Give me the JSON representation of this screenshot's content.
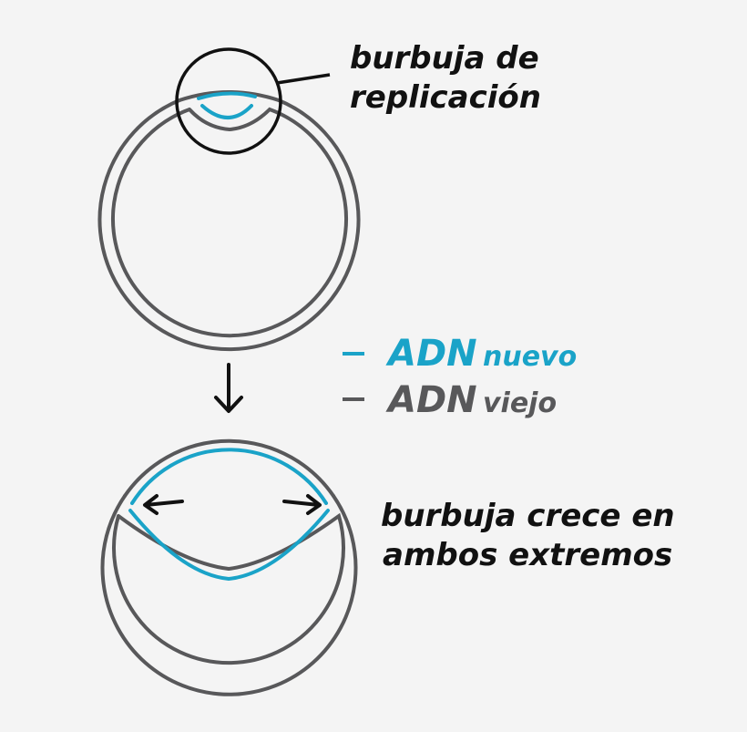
{
  "labels": {
    "replication_bubble_line1": "burbuja de",
    "replication_bubble_line2": "replicación",
    "bubble_grows_line1": "burbuja crece en",
    "bubble_grows_line2": "ambos extremos"
  },
  "legend": {
    "new_dna_abbr": "ADN",
    "new_dna_word": "nuevo",
    "old_dna_abbr": "ADN",
    "old_dna_word": "viejo"
  },
  "colors": {
    "new_dna": "#1aa3c8",
    "old_dna": "#58585a",
    "text": "#111111",
    "background": "#f4f4f4"
  },
  "icons": {
    "process_arrow": "arrow-down-icon",
    "growth_arrows": [
      "arrow-left-icon",
      "arrow-right-icon"
    ]
  }
}
